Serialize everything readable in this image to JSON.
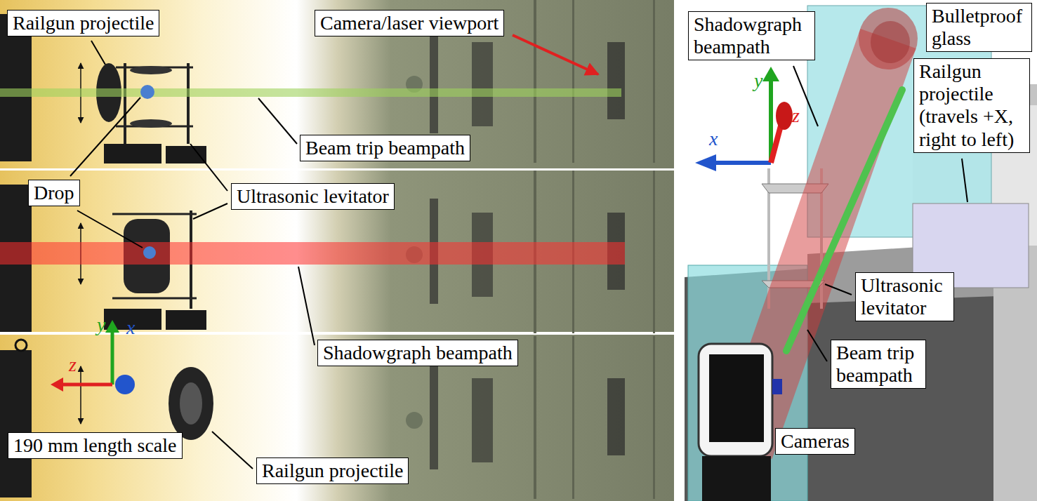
{
  "diagram": {
    "nodes": [
      {
        "text": [
          "Railgun projectile"
        ]
      },
      {
        "text": [
          "Camera/laser viewport"
        ]
      },
      {
        "text": [
          "Beam trip beampath"
        ]
      },
      {
        "text": [
          "Drop"
        ]
      },
      {
        "text": [
          "Ultrasonic levitator"
        ]
      },
      {
        "text": [
          "Shadowgraph beampath"
        ]
      },
      {
        "text": [
          "190 mm length scale"
        ]
      },
      {
        "text": [
          "Railgun projectile"
        ]
      },
      {
        "text": [
          "Shadowgraph beampath"
        ]
      },
      {
        "text": [
          "Bulletproof glass"
        ]
      },
      {
        "text": [
          "Railgun projectile (travels +X, right to left)"
        ]
      },
      {
        "text": [
          "Ultrasonic levitator"
        ]
      },
      {
        "text": [
          "Beam trip beampath"
        ]
      },
      {
        "text": [
          "Cameras"
        ]
      }
    ],
    "labels": [
      "y",
      "x",
      "z",
      "y",
      "z",
      "x"
    ]
  }
}
